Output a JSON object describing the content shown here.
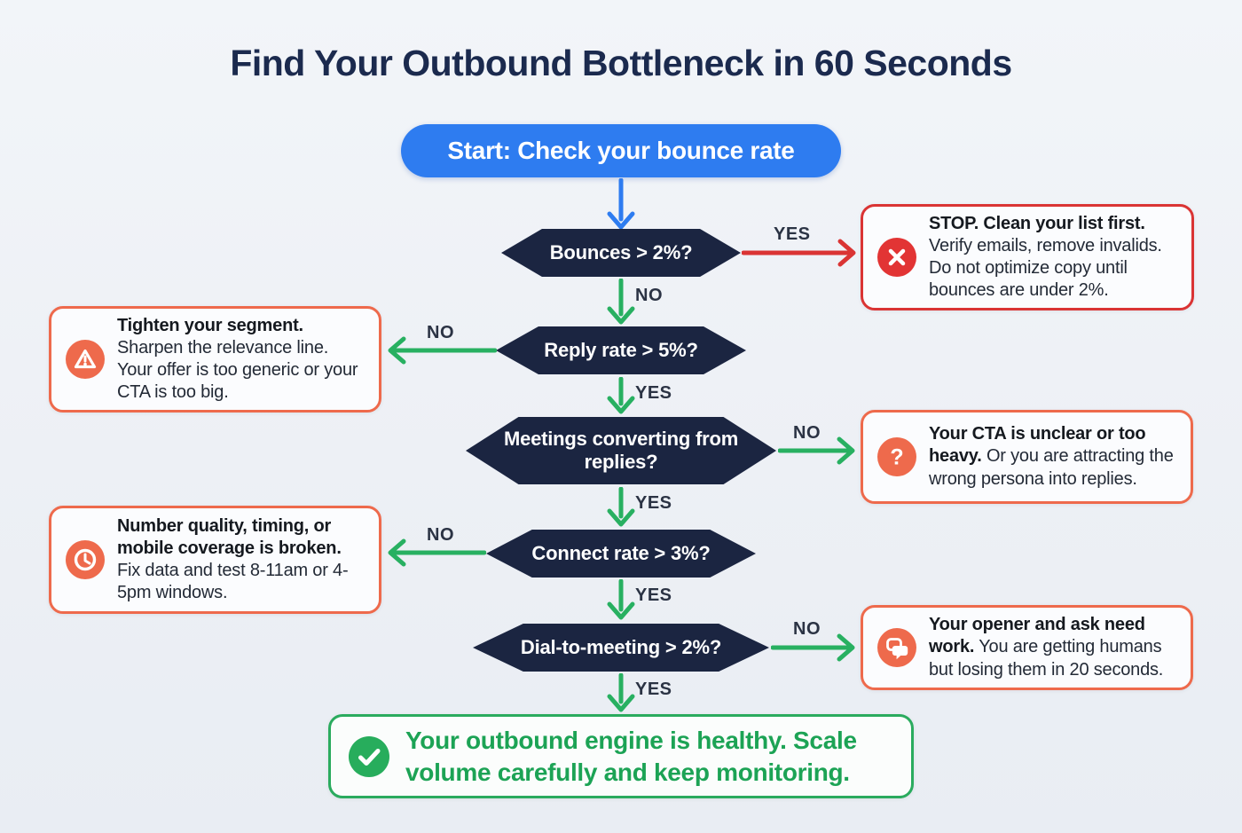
{
  "title": "Find Your Outbound Bottleneck in 60 Seconds",
  "start_label": "Start: Check your bounce rate",
  "flow": {
    "decisions": [
      {
        "id": "bounces",
        "label": "Bounces > 2%?"
      },
      {
        "id": "reply-rate",
        "label": "Reply rate > 5%?"
      },
      {
        "id": "meetings-converting",
        "label": "Meetings converting from replies?"
      },
      {
        "id": "connect-rate",
        "label": "Connect rate > 3%?"
      },
      {
        "id": "dial-to-meeting",
        "label": "Dial-to-meeting > 2%?"
      }
    ],
    "edge_labels": {
      "yes": "YES",
      "no": "NO"
    }
  },
  "callouts": [
    {
      "id": "stop-clean-list",
      "icon": "x-circle",
      "severity": "red",
      "title": "STOP. Clean your list first.",
      "body": "Verify emails, remove invalids. Do not optimize copy until bounces are under 2%."
    },
    {
      "id": "tighten-segment",
      "icon": "warning-triangle",
      "severity": "orange",
      "title": "Tighten your segment.",
      "body": "Sharpen the relevance line. Your offer is too generic or your CTA is too big."
    },
    {
      "id": "cta-unclear",
      "icon": "question-circle",
      "severity": "orange",
      "title": "Your CTA is unclear or too heavy.",
      "body": "Or you are attracting the wrong persona into replies."
    },
    {
      "id": "number-quality",
      "icon": "clock",
      "severity": "orange",
      "title": "Number quality, timing, or mobile coverage is broken.",
      "body": "Fix data and test 8-11am or 4-5pm windows."
    },
    {
      "id": "opener-ask",
      "icon": "chat-bubbles",
      "severity": "orange",
      "title": "Your opener and ask need work.",
      "body": "You are getting humans but losing them in 20 seconds."
    }
  ],
  "result": {
    "icon": "check-circle",
    "text": "Your outbound engine is healthy. Scale volume carefully and keep monitoring."
  },
  "colors": {
    "start_blue": "#2e7cf0",
    "decision_navy": "#1b2541",
    "yes_no_green": "#28b061",
    "stop_red": "#da3434",
    "warn_orange": "#ee6a4c",
    "healthy_green": "#1ca355",
    "title_navy": "#1b2a4e"
  }
}
